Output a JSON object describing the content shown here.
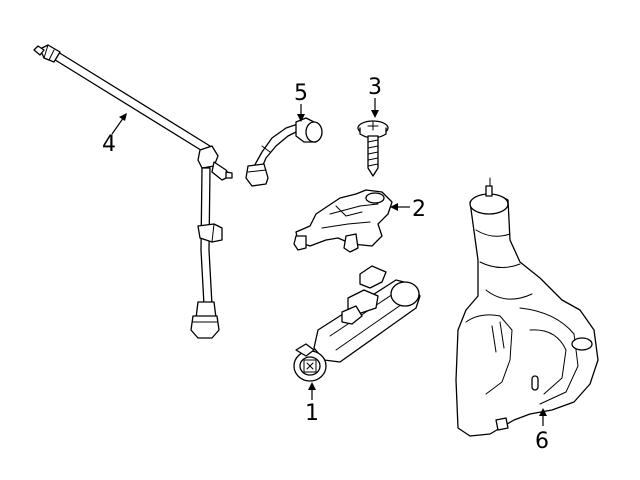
{
  "colors": {
    "line": "#000000",
    "background": "#ffffff"
  },
  "callouts": [
    {
      "id": "1",
      "label": "1",
      "part": "headlamp-washer-nozzle-cylinder"
    },
    {
      "id": "2",
      "label": "2",
      "part": "nozzle-bracket"
    },
    {
      "id": "3",
      "label": "3",
      "part": "screw"
    },
    {
      "id": "4",
      "label": "4",
      "part": "washer-hose"
    },
    {
      "id": "5",
      "label": "5",
      "part": "hose-connector"
    },
    {
      "id": "6",
      "label": "6",
      "part": "washer-fluid-reservoir"
    }
  ]
}
